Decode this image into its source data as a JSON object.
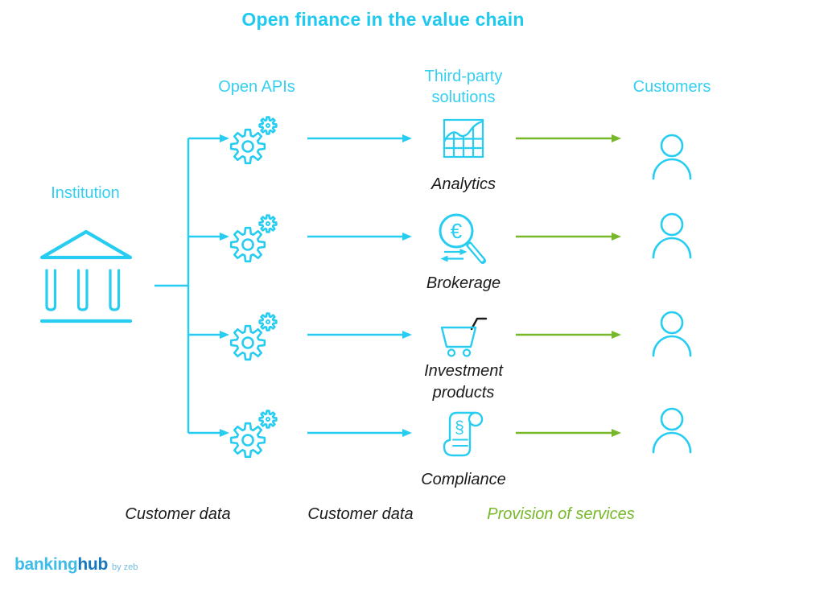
{
  "title": "Open finance in the value chain",
  "columns": {
    "open_apis": "Open APIs",
    "third_party_line1": "Third-party",
    "third_party_line2": "solutions",
    "customers": "Customers"
  },
  "institution": {
    "label": "Institution"
  },
  "solutions": [
    {
      "label": "Analytics"
    },
    {
      "label": "Brokerage"
    },
    {
      "label_line1": "Investment",
      "label_line2": "products"
    },
    {
      "label": "Compliance"
    }
  ],
  "flow_labels": {
    "open_apis": "Customer data",
    "third_party": "Customer data",
    "customers": "Provision of services"
  },
  "glyphs": {
    "euro": "€",
    "section": "§"
  },
  "logo": {
    "part1": "banking",
    "part2": "hub",
    "suffix": "by zeb"
  },
  "colors": {
    "cyan": "#27cdf1",
    "green": "#76b82a",
    "text": "#1b1b1b",
    "logo_light": "#3ebde8",
    "logo_dark": "#1578be"
  }
}
